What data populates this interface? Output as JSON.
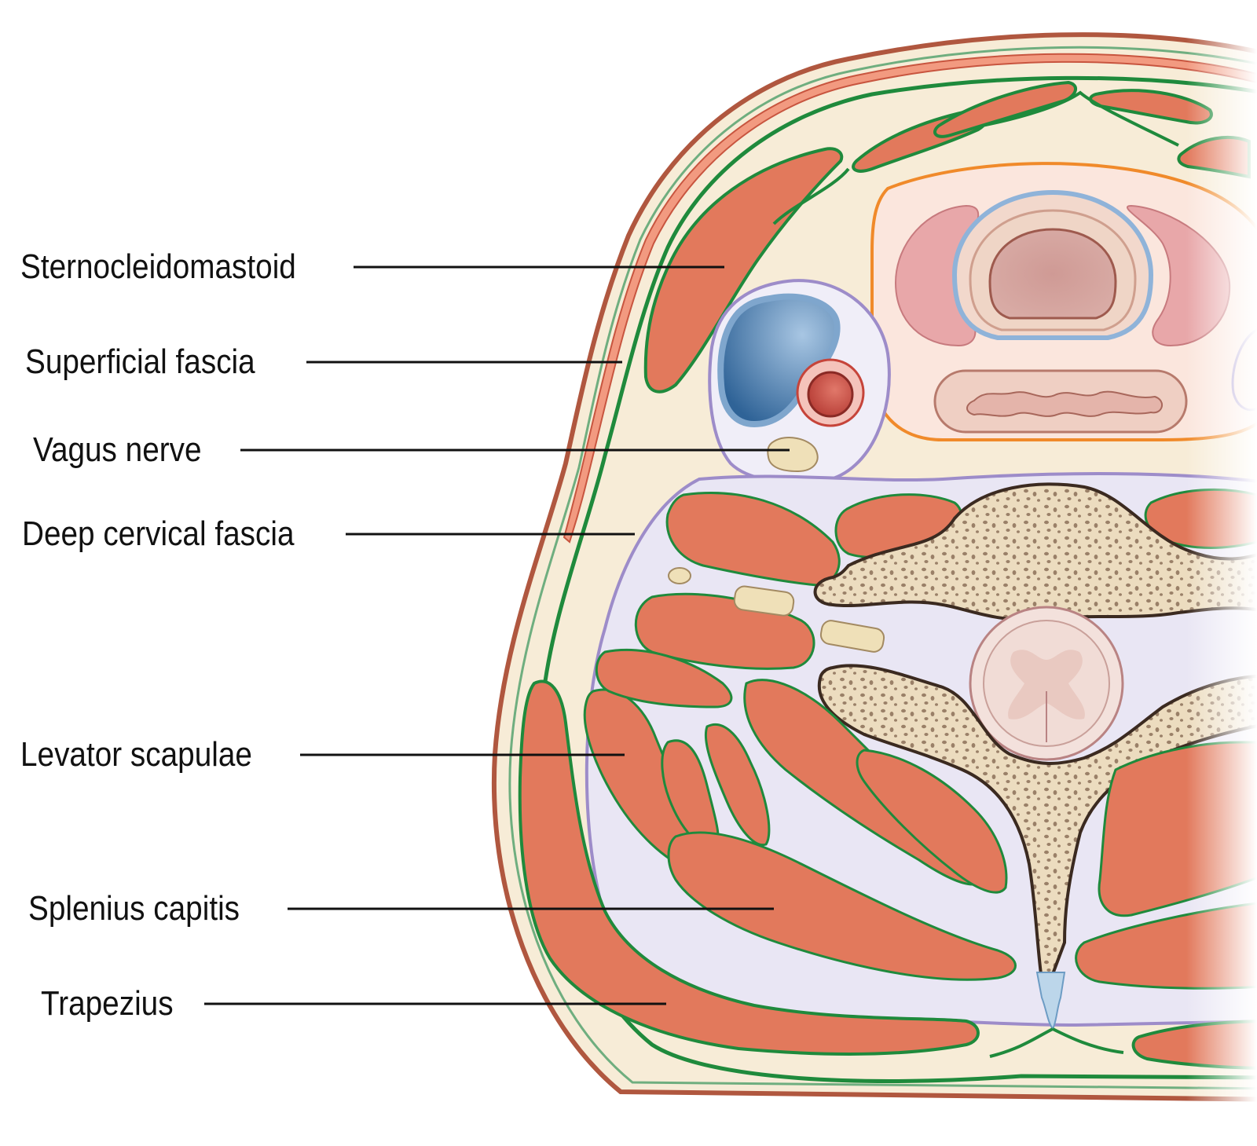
{
  "labels": [
    {
      "id": "sternocleidomastoid",
      "text": "Sternocleidomastoid"
    },
    {
      "id": "superficial-fascia",
      "text": "Superficial fascia"
    },
    {
      "id": "vagus-nerve",
      "text": "Vagus nerve"
    },
    {
      "id": "deep-cervical-fascia",
      "text": "Deep cervical fascia"
    },
    {
      "id": "levator-scapulae",
      "text": "Levator scapulae"
    },
    {
      "id": "splenius-capitis",
      "text": "Splenius capitis"
    },
    {
      "id": "trapezius",
      "text": "Trapezius"
    }
  ],
  "colors": {
    "skin": "#b0573f",
    "subcutaneous": "#f7ecd7",
    "muscle": "#e2795c",
    "fascia_deep": "#1f8a3c",
    "fascia_superficial": "#6fae7f",
    "platysma": "#f29a80",
    "prevertebral": "#9d8cc9",
    "pretracheal": "#f08a2a",
    "vein": "#3d6fa3",
    "artery": "#c6443a",
    "nerve": "#efe0b8",
    "bone": "#ecdcbf",
    "thyroid": "#e8a7a9"
  }
}
